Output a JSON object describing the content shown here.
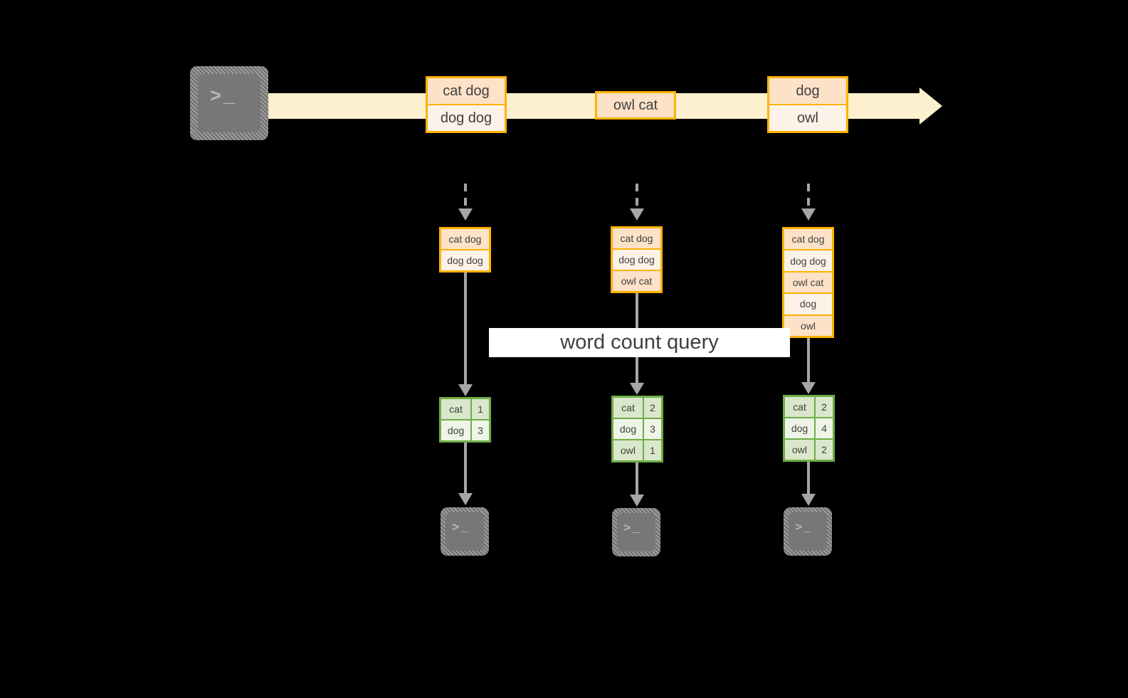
{
  "diagram": {
    "title_label": "word count query",
    "colors": {
      "background": "#000000",
      "stream_fill": "#fdf0cf",
      "record_border": "#ffb200",
      "record_fill_dark": "#fde2c8",
      "record_fill_light": "#fdf2e8",
      "result_border": "#70ad47",
      "result_fill_dark": "#d9e7cb",
      "result_fill_light": "#eef5e7",
      "connector": "#a6a6a6",
      "icon_body": "#7f7f7f",
      "label_band": "#ffffff"
    },
    "source": {
      "icon_name": "terminal-icon",
      "prompt_glyph": ">_"
    },
    "stream": {
      "groups": [
        {
          "records": [
            "cat dog",
            "dog dog"
          ]
        },
        {
          "records": [
            "owl cat"
          ]
        },
        {
          "records": [
            "dog",
            "owl"
          ]
        }
      ]
    },
    "snapshots": [
      {
        "time_index": 1,
        "buffer": [
          "cat dog",
          "dog dog"
        ],
        "result": {
          "rows": [
            {
              "word": "cat",
              "count": "1"
            },
            {
              "word": "dog",
              "count": "3"
            }
          ]
        },
        "sink_icon": "terminal-icon",
        "sink_glyph": ">_"
      },
      {
        "time_index": 2,
        "buffer": [
          "cat dog",
          "dog dog",
          "owl cat"
        ],
        "result": {
          "rows": [
            {
              "word": "cat",
              "count": "2"
            },
            {
              "word": "dog",
              "count": "3"
            },
            {
              "word": "owl",
              "count": "1"
            }
          ]
        },
        "sink_icon": "terminal-icon",
        "sink_glyph": ">_"
      },
      {
        "time_index": 3,
        "buffer": [
          "cat dog",
          "dog dog",
          "owl cat",
          "dog",
          "owl"
        ],
        "result": {
          "rows": [
            {
              "word": "cat",
              "count": "2"
            },
            {
              "word": "dog",
              "count": "4"
            },
            {
              "word": "owl",
              "count": "2"
            }
          ]
        },
        "sink_icon": "terminal-icon",
        "sink_glyph": ">_"
      }
    ]
  }
}
